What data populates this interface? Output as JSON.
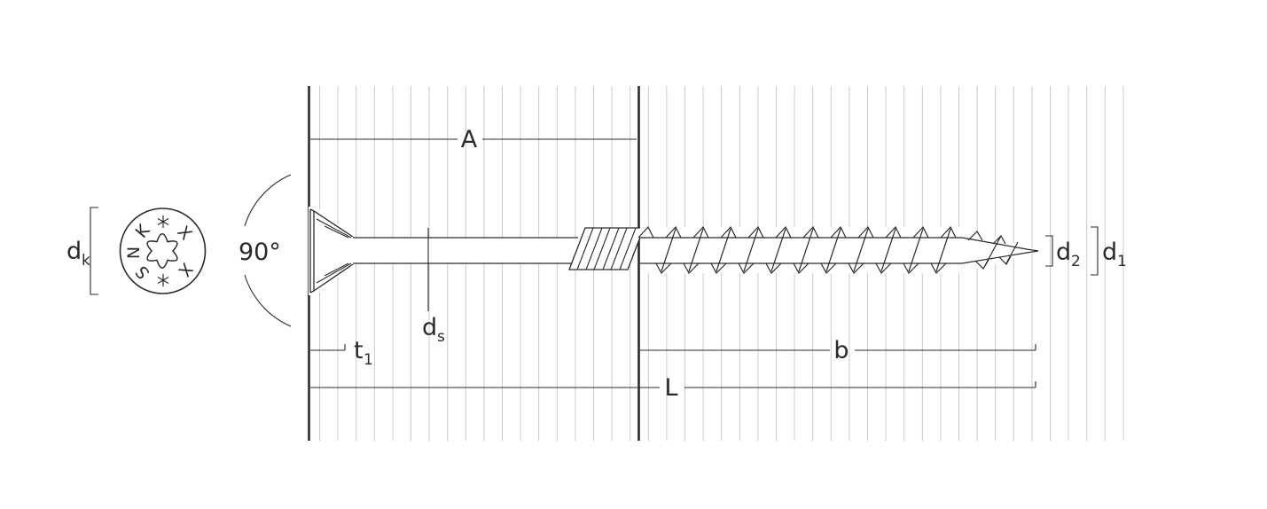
{
  "meta": {
    "type": "technical-drawing",
    "subject": "Countersunk wood screw dimensional diagram in two wood members"
  },
  "labels": {
    "head_diameter": {
      "base": "d",
      "sub": "k"
    },
    "head_angle": "90°",
    "upper_part_length": "A",
    "shank_diameter": {
      "base": "d",
      "sub": "s"
    },
    "countersink_depth": {
      "base": "t",
      "sub": "1"
    },
    "thread_length": "b",
    "total_length": "L",
    "core_diameter": {
      "base": "d",
      "sub": "2"
    },
    "thread_outer_diameter": {
      "base": "d",
      "sub": "1"
    }
  },
  "head_markings": {
    "chars": [
      "K",
      "N",
      "S",
      "X",
      "X"
    ],
    "star_count": 2,
    "drive": "torx-star-recess"
  },
  "colors": {
    "line": "#2a2a2a",
    "hatch": "#c9c9c9",
    "background": "#ffffff"
  }
}
